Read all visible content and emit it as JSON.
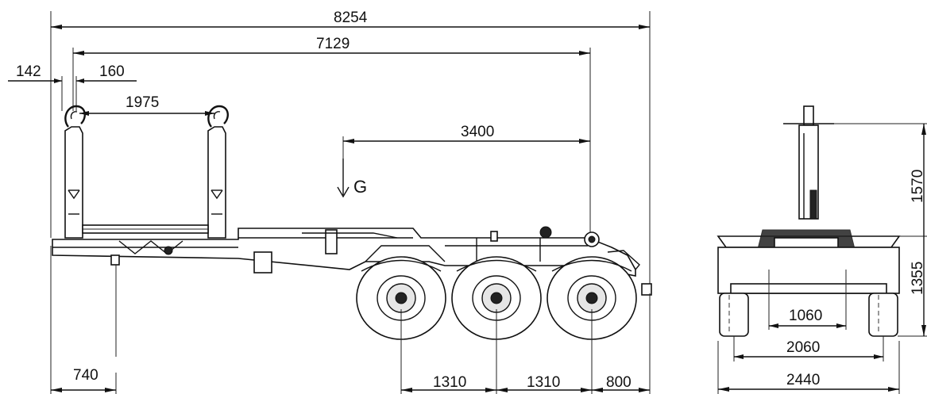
{
  "dimensions": {
    "overall_length": "8254",
    "frame_length": "7129",
    "left_offset_142": "142",
    "left_offset_160": "160",
    "hook_spacing": "1975",
    "gravity_offset": "3400",
    "front_overhang": "740",
    "axle_spacing_1": "1310",
    "axle_spacing_2": "1310",
    "rear_overhang": "800",
    "height_upper": "1570",
    "height_lower": "1355",
    "inner_width": "1060",
    "track_width": "2060",
    "overall_width": "2440"
  },
  "labels": {
    "gravity": "G"
  }
}
